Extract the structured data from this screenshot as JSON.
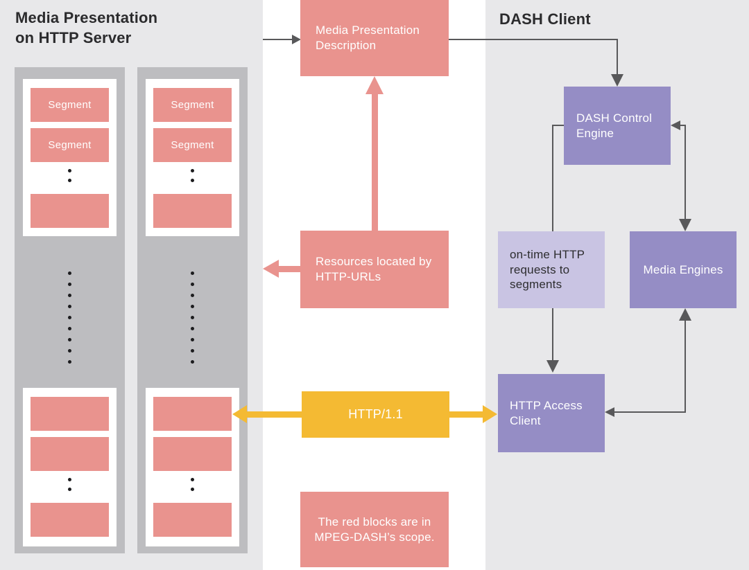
{
  "header": {
    "server_title": "Media Presentation\non HTTP Server",
    "client_title": "DASH Client"
  },
  "server_panel": {
    "segment_label": "Segment"
  },
  "middle": {
    "mpd_label": "Media Presentation\nDescription",
    "resources_label": "Resources located by\nHTTP-URLs",
    "http_protocol_label": "HTTP/1.1",
    "scope_note": "The red blocks are in\nMPEG-DASH’s scope."
  },
  "client_panel": {
    "control_engine_label": "DASH Control\nEngine",
    "requests_label": "on-time HTTP\nrequests to\nsegments",
    "media_engines_label": "Media Engines",
    "http_access_label": "HTTP Access\nClient"
  },
  "colors": {
    "panel_bg": "#e8e8ea",
    "column_bg": "#bdbdc0",
    "scope_pink": "#e9938e",
    "client_purple": "#958dc5",
    "client_light_purple": "#c9c4e3",
    "http_yellow": "#f4ba33",
    "connector_gray": "#58585a",
    "text_dark": "#2b2b2d",
    "text_light": "#ffffff"
  }
}
